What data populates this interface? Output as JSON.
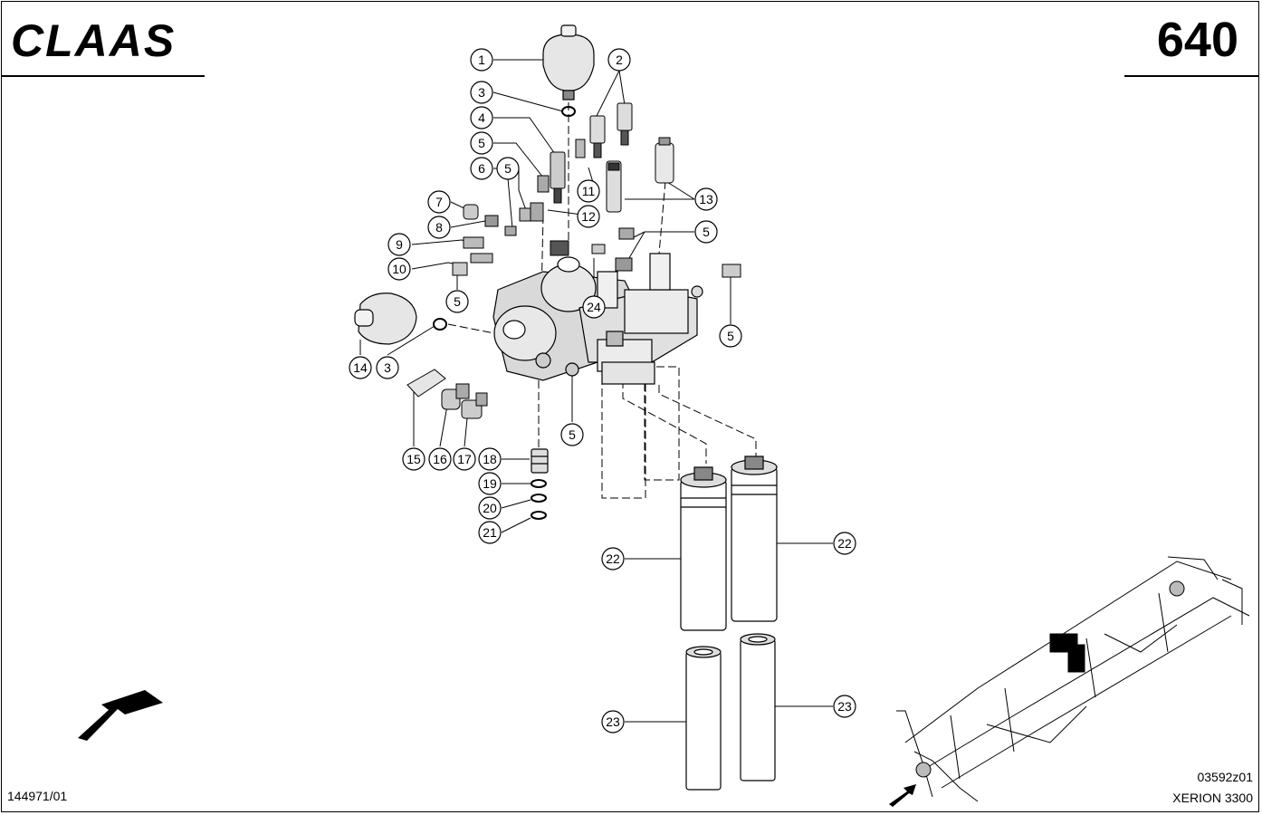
{
  "header": {
    "brand": "CLAAS",
    "page_number": "640"
  },
  "footer": {
    "drawing_ref": "144971/01",
    "image_code": "03592z01",
    "model": "XERION 3300"
  },
  "callouts": [
    {
      "id": "c1",
      "label": "1"
    },
    {
      "id": "c2",
      "label": "2"
    },
    {
      "id": "c3a",
      "label": "3"
    },
    {
      "id": "c4",
      "label": "4"
    },
    {
      "id": "c5a",
      "label": "5"
    },
    {
      "id": "c6",
      "label": "6"
    },
    {
      "id": "c5b",
      "label": "5"
    },
    {
      "id": "c7",
      "label": "7"
    },
    {
      "id": "c8",
      "label": "8"
    },
    {
      "id": "c9",
      "label": "9"
    },
    {
      "id": "c10",
      "label": "10"
    },
    {
      "id": "c11",
      "label": "11"
    },
    {
      "id": "c12",
      "label": "12"
    },
    {
      "id": "c13",
      "label": "13"
    },
    {
      "id": "c5c",
      "label": "5"
    },
    {
      "id": "c5d",
      "label": "5"
    },
    {
      "id": "c5e",
      "label": "5"
    },
    {
      "id": "c24",
      "label": "24"
    },
    {
      "id": "c14",
      "label": "14"
    },
    {
      "id": "c3b",
      "label": "3"
    },
    {
      "id": "c5f",
      "label": "5"
    },
    {
      "id": "c15",
      "label": "15"
    },
    {
      "id": "c16",
      "label": "16"
    },
    {
      "id": "c17",
      "label": "17"
    },
    {
      "id": "c18",
      "label": "18"
    },
    {
      "id": "c19",
      "label": "19"
    },
    {
      "id": "c20",
      "label": "20"
    },
    {
      "id": "c21",
      "label": "21"
    },
    {
      "id": "c22a",
      "label": "22"
    },
    {
      "id": "c22b",
      "label": "22"
    },
    {
      "id": "c23a",
      "label": "23"
    },
    {
      "id": "c23b",
      "label": "23"
    }
  ]
}
